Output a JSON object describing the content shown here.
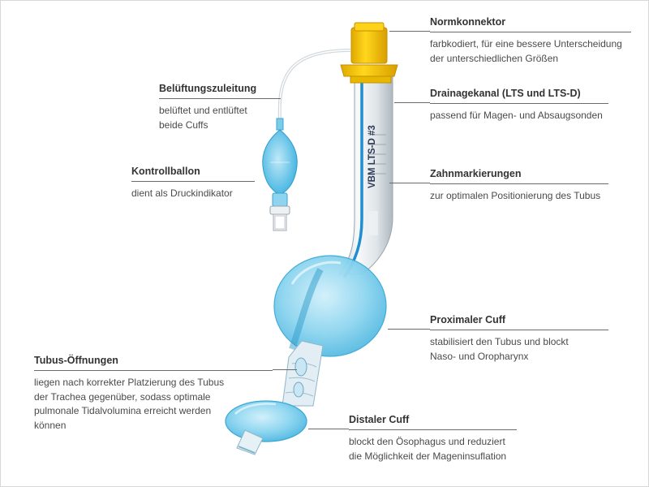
{
  "device_label": "VBM LTS-D #3",
  "callouts": [
    {
      "id": "normkonnektor",
      "title": "Normkonnektor",
      "lines": [
        "farbkodiert, für eine bessere Unterscheidung",
        "der unterschiedlichen Größen"
      ]
    },
    {
      "id": "drainagekanal",
      "title": "Drainagekanal (LTS und LTS-D)",
      "lines": [
        "passend für Magen- und Absaugsonden"
      ]
    },
    {
      "id": "zahnmarkierungen",
      "title": "Zahnmarkierungen",
      "lines": [
        "zur optimalen Positionierung des Tubus"
      ]
    },
    {
      "id": "proximaler-cuff",
      "title": "Proximaler Cuff",
      "lines": [
        "stabilisiert den Tubus und blockt",
        "Naso- und Oropharynx"
      ]
    },
    {
      "id": "distaler-cuff",
      "title": "Distaler Cuff",
      "lines": [
        "blockt den Ösophagus und reduziert",
        "die Möglichkeit der Mageninsuflation"
      ]
    },
    {
      "id": "belueftungszuleitung",
      "title": "Belüftungszuleitung",
      "lines": [
        "belüftet und entlüftet",
        "beide Cuffs"
      ]
    },
    {
      "id": "kontrollballon",
      "title": "Kontrollballon",
      "lines": [
        "dient als Druckindikator"
      ]
    },
    {
      "id": "tubus-oeffnungen",
      "title": "Tubus-Öffnungen",
      "lines": [
        "liegen nach korrekter Platzierung des Tubus",
        "der Trachea gegenüber, sodass optimale",
        "pulmonale Tidalvolumina erreicht werden",
        "können"
      ]
    }
  ],
  "colors": {
    "connector": "#f5c400",
    "cuff": "#7fd0ee",
    "tube": "#e4eaee",
    "pilot_balloon": "#5cc4ea",
    "drainage_line": "#1f8fd0",
    "rule": "#6b6b6b"
  }
}
